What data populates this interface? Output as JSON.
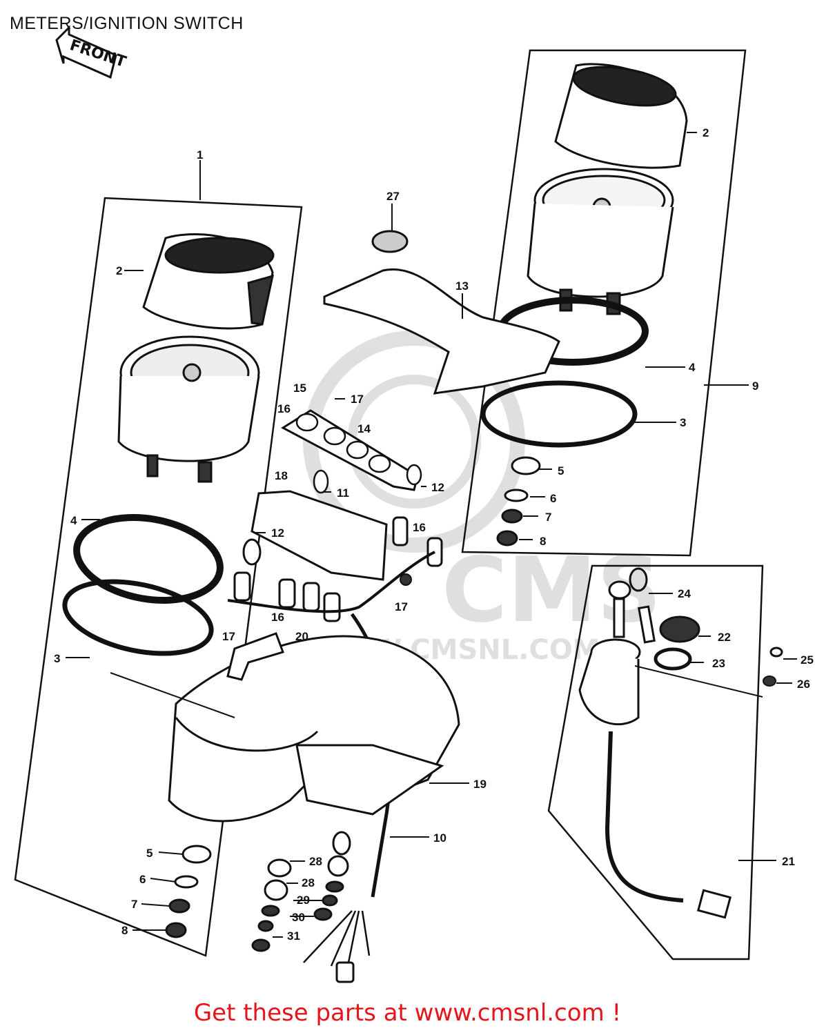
{
  "page_title": "METERS/IGNITION SWITCH",
  "front_arrow_label": "FRONT",
  "watermark": {
    "logo_text": "CMS",
    "url_text": "WWW.CMSNL.COM"
  },
  "footer_text": "Get these parts at www.cmsnl.com !",
  "callouts": [
    {
      "id": "c1",
      "label": "1"
    },
    {
      "id": "c2a",
      "label": "2"
    },
    {
      "id": "c2b",
      "label": "2"
    },
    {
      "id": "c3a",
      "label": "3"
    },
    {
      "id": "c3b",
      "label": "3"
    },
    {
      "id": "c4a",
      "label": "4"
    },
    {
      "id": "c4b",
      "label": "4"
    },
    {
      "id": "c5a",
      "label": "5"
    },
    {
      "id": "c5b",
      "label": "5"
    },
    {
      "id": "c6a",
      "label": "6"
    },
    {
      "id": "c6b",
      "label": "6"
    },
    {
      "id": "c7a",
      "label": "7"
    },
    {
      "id": "c7b",
      "label": "7"
    },
    {
      "id": "c8a",
      "label": "8"
    },
    {
      "id": "c8b",
      "label": "8"
    },
    {
      "id": "c9",
      "label": "9"
    },
    {
      "id": "c10",
      "label": "10"
    },
    {
      "id": "c11",
      "label": "11"
    },
    {
      "id": "c12a",
      "label": "12"
    },
    {
      "id": "c12b",
      "label": "12"
    },
    {
      "id": "c13",
      "label": "13"
    },
    {
      "id": "c14",
      "label": "14"
    },
    {
      "id": "c15",
      "label": "15"
    },
    {
      "id": "c16a",
      "label": "16"
    },
    {
      "id": "c16b",
      "label": "16"
    },
    {
      "id": "c16c",
      "label": "16"
    },
    {
      "id": "c17a",
      "label": "17"
    },
    {
      "id": "c17b",
      "label": "17"
    },
    {
      "id": "c17c",
      "label": "17"
    },
    {
      "id": "c18",
      "label": "18"
    },
    {
      "id": "c19",
      "label": "19"
    },
    {
      "id": "c20",
      "label": "20"
    },
    {
      "id": "c21",
      "label": "21"
    },
    {
      "id": "c22",
      "label": "22"
    },
    {
      "id": "c23",
      "label": "23"
    },
    {
      "id": "c24",
      "label": "24"
    },
    {
      "id": "c25",
      "label": "25"
    },
    {
      "id": "c26",
      "label": "26"
    },
    {
      "id": "c27",
      "label": "27"
    },
    {
      "id": "c28a",
      "label": "28"
    },
    {
      "id": "c28b",
      "label": "28"
    },
    {
      "id": "c29",
      "label": "29"
    },
    {
      "id": "c30",
      "label": "30"
    },
    {
      "id": "c31",
      "label": "31"
    }
  ]
}
